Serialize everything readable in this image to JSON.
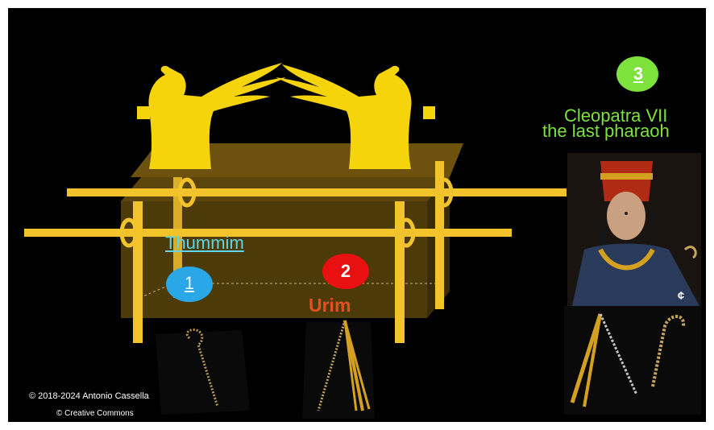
{
  "scene": {
    "badges": [
      {
        "number": "1",
        "color": "#2aa7e6"
      },
      {
        "number": "2",
        "color": "#e81010"
      },
      {
        "number": "3",
        "color": "#7ee23c"
      }
    ],
    "labels": {
      "thummim": "Thummim",
      "urim": "Urim",
      "cleopatra_line1": "Cleopatra VII",
      "cleopatra_line2": "the last pharaoh"
    },
    "copyright": {
      "line1": "© 2018-2024  Antonio Cassella",
      "line2": "© Creative Commons"
    },
    "cc_mark": "¢",
    "colors": {
      "background": "#000000",
      "gold": "#f2d20a",
      "gold_transparent": "#c6941a"
    }
  }
}
